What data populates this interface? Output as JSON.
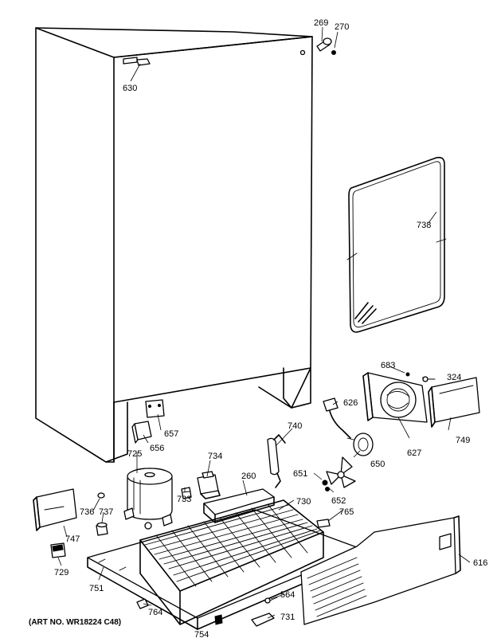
{
  "art_number": "(ART NO. WR18224 C48)",
  "callouts": {
    "c269": "269",
    "c270": "270",
    "c630": "630",
    "c738": "738",
    "c683": "683",
    "c324": "324",
    "c626": "626",
    "c740": "740",
    "c657": "657",
    "c656": "656",
    "c725": "725",
    "c734": "734",
    "c260": "260",
    "c651": "651",
    "c650": "650",
    "c627": "627",
    "c749": "749",
    "c652": "652",
    "c730": "730",
    "c765": "765",
    "c736": "736",
    "c737": "737",
    "c747": "747",
    "c733": "733",
    "c729": "729",
    "c751": "751",
    "c564": "564",
    "c616": "616",
    "c764": "764",
    "c731": "731",
    "c754": "754"
  }
}
